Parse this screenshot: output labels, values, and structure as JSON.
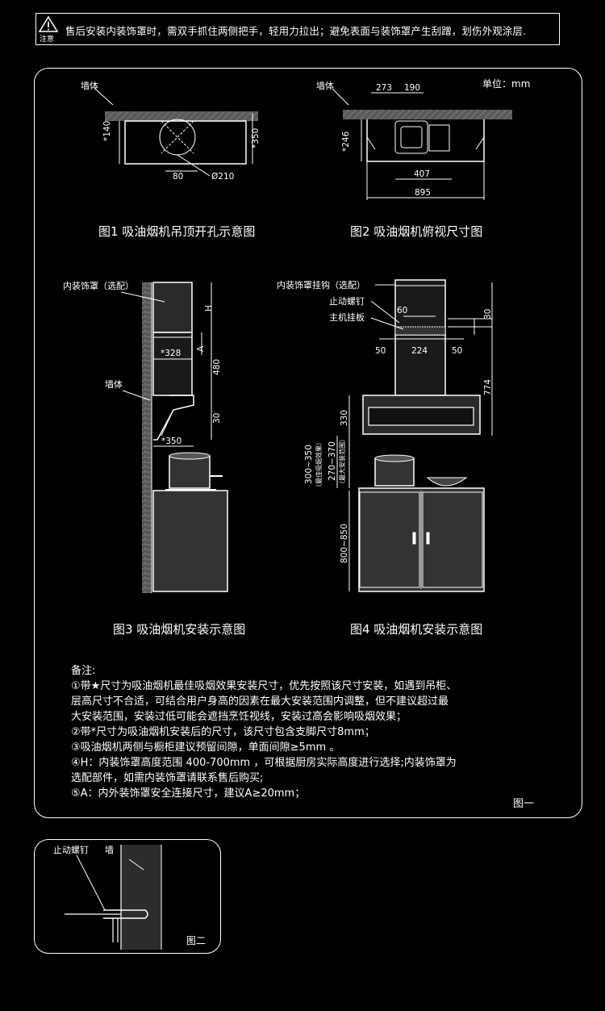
{
  "notice": {
    "label": "注意",
    "text": "售后安装内装饰罩时，需双手抓住两侧把手，轻用力拉出；避免表面与装饰罩产生刮蹭，划伤外观涂层."
  },
  "unit": "单位：mm",
  "fig1": {
    "caption": "图1 吸油烟机吊顶开孔示意图",
    "wall": "墙体",
    "dims": {
      "left_height": "*140",
      "right_height": "*350",
      "offset": "80",
      "diameter": "Ø210"
    }
  },
  "fig2": {
    "caption": "图2 吸油烟机俯视尺寸图",
    "wall": "墙体",
    "dims": {
      "top_a": "273",
      "top_b": "190",
      "left_height": "*246",
      "inner_width": "407",
      "full_width": "895"
    }
  },
  "fig3": {
    "caption": "图3 吸油烟机安装示意图",
    "cover_label": "内装饰罩（选配）",
    "wall": "墙体",
    "dims": {
      "h": "H",
      "a": "A",
      "depth_top": "*328",
      "height_mid": "480",
      "height_low": "30",
      "depth_bottom": "*350"
    }
  },
  "fig4": {
    "caption": "图4 吸油烟机安装示意图",
    "hook_label": "内装饰罩挂钩（选配）",
    "screw_label": "止动螺钉",
    "plate_label": "主机挂板",
    "dims": {
      "d60": "60",
      "d30": "30",
      "d50_left": "50",
      "d224": "224",
      "d50_right": "50",
      "d774": "774",
      "d330": "330",
      "best_range": "300~350",
      "best_note": "（最佳吸烟效果）",
      "max_range": "270~370",
      "max_note": "（最大安装范围）",
      "cabinet": "800~850"
    }
  },
  "notes": {
    "title": "备注:",
    "lines": [
      "①带★尺寸为吸油烟机最佳吸烟效果安装尺寸，优先按照该尺寸安装，如遇到吊柜、",
      "层高尺寸不合适，可结合用户身高的因素在最大安装范围内调整，但不建议超过最",
      "大安装范围，安装过低可能会遮挡烹饪视线，安装过高会影响吸烟效果；",
      "②带*尺寸为吸油烟机安装后的尺寸，该尺寸包含支脚尺寸8mm；",
      "③吸油烟机两侧与橱柜建议预留间隙，单面间隙≥5mm 。",
      "④H：内装饰罩高度范围 400-700mm ，可根据厨房实际高度进行选择;内装饰罩为",
      "选配部件，如需内装饰罩请联系售后购买;",
      "⑤A：内外装饰罩安全连接尺寸，建议A≥20mm；"
    ],
    "figure_tag": "图一"
  },
  "fig_b": {
    "screw_label": "止动螺钉",
    "wall": "墙",
    "tag": "图二"
  },
  "colors": {
    "background": "#000000",
    "line": "#ffffff",
    "wall_fill": "#666666",
    "panel_fill": "#1e1e1e"
  }
}
